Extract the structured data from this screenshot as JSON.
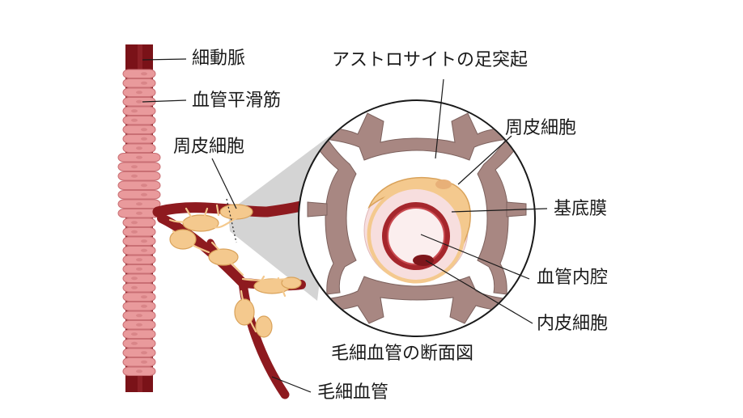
{
  "labels": {
    "arteriole": "細動脈",
    "smooth_muscle": "血管平滑筋",
    "pericyte_left": "周皮細胞",
    "astrocyte_endfeet": "アストロサイトの足突起",
    "pericyte_right": "周皮細胞",
    "basement_membrane": "基底膜",
    "lumen": "血管内腔",
    "endothelial_cell": "内皮細胞",
    "cross_section": "毛細血管の断面図",
    "capillary": "毛細血管"
  },
  "colors": {
    "arteriole_core": "#7a1218",
    "smooth_muscle": "#e99a9c",
    "smooth_muscle_dark": "#c96f74",
    "capillary": "#8e1a1f",
    "pericyte": "#f4c98e",
    "pericyte_outline": "#d9a25a",
    "astrocyte": "#a88782",
    "astrocyte_outline": "#7d625e",
    "basement": "#f7dede",
    "endothelium": "#a5262c",
    "lumen": "#fbeeee",
    "magnify_cone": "#c9c9c9"
  }
}
